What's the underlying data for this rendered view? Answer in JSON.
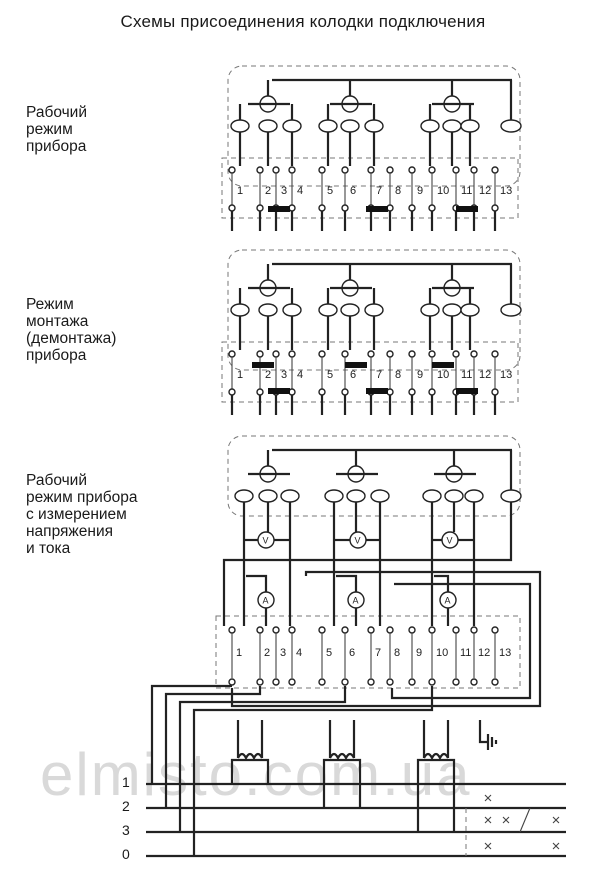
{
  "title": "Схемы присоединения колодки подключения",
  "captions": [
    {
      "lines": [
        "Рабочий",
        "режим",
        "прибора"
      ]
    },
    {
      "lines": [
        "Режим",
        "монтажа",
        "(демонтажа)",
        "прибора"
      ]
    },
    {
      "lines": [
        "Рабочий",
        "режим прибора",
        "с измерением",
        "напряжения",
        "и тока"
      ]
    }
  ],
  "terminal_numbers": [
    "1",
    "2",
    "3",
    "4",
    "5",
    "6",
    "7",
    "8",
    "9",
    "10",
    "11",
    "12",
    "13"
  ],
  "meter_labels": {
    "voltmeter": "V",
    "ammeter": "A"
  },
  "line_labels": [
    "1",
    "2",
    "3",
    "0"
  ],
  "watermark": "elmisto.com.ua"
}
